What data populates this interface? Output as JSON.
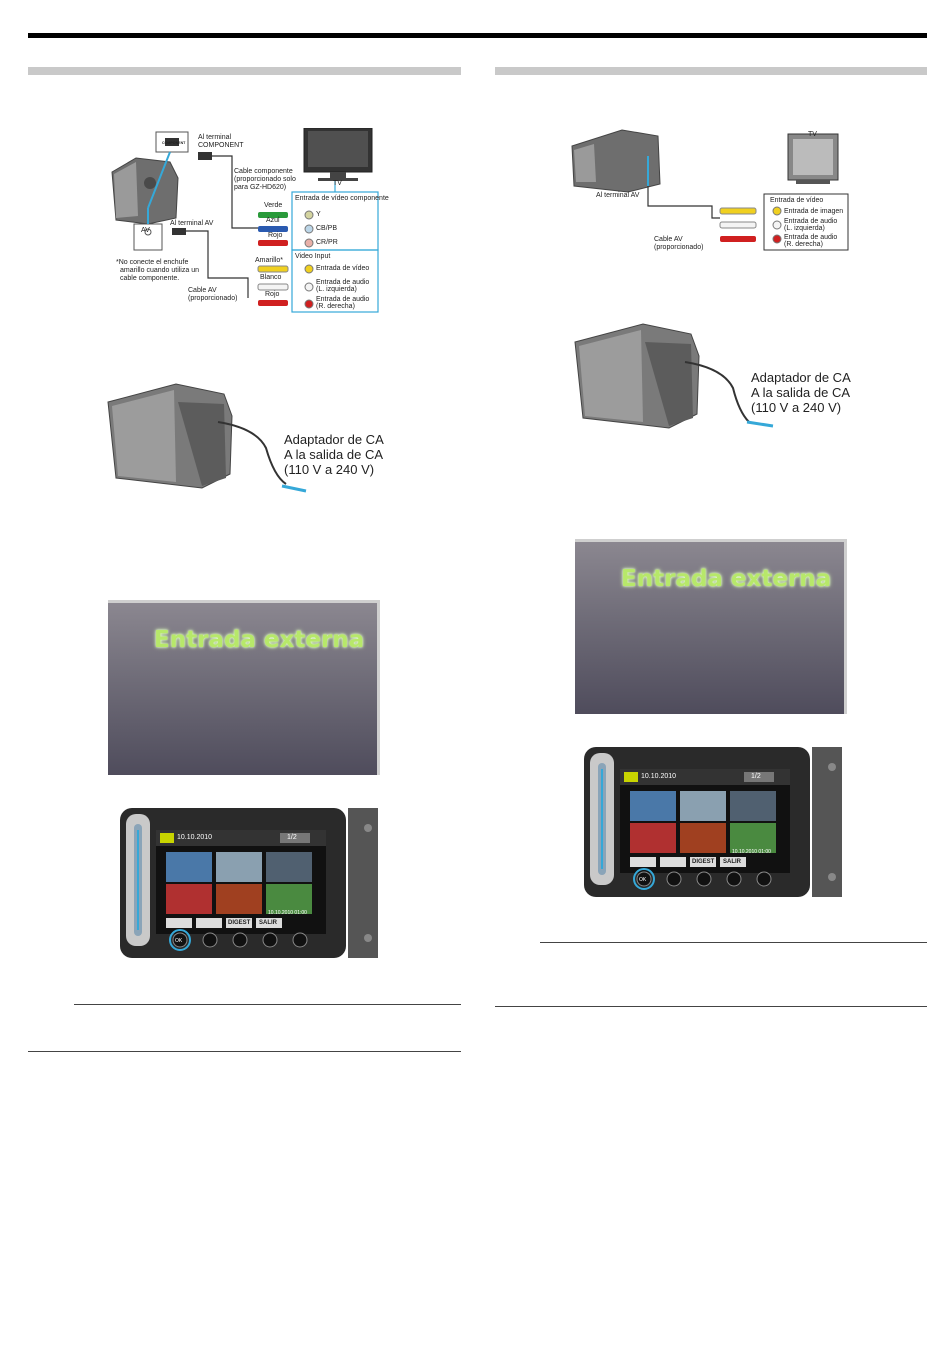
{
  "page": {
    "background": "#ffffff",
    "rule_color": "#000000",
    "section_bar_color": "#c9c9c9"
  },
  "left": {
    "diagram": {
      "al_terminal_component": [
        "Al terminal",
        "COMPONENT"
      ],
      "component_jack_label": "COMPONENT",
      "cable_componente": [
        "Cable componente",
        "(proporcionado solo",
        "para GZ-HD620)"
      ],
      "tv_label": "TV",
      "entrada_video_componente": "Entrada de vídeo componente",
      "verde": "Verde",
      "y": "Y",
      "azul": "Azul",
      "cb_pb": "CB/PB",
      "rojo_1": "Rojo",
      "cr_pr": "CR/PR",
      "al_terminal_av": "Al terminal AV",
      "av_jack": "AV",
      "amarillo": "Amarillo*",
      "video_input": "Video Input",
      "entrada_de_video": "Entrada de vídeo",
      "blanco": "Blanco",
      "entrada_audio_l": [
        "Entrada de audio",
        "(L. izquierda)"
      ],
      "rojo_2": "Rojo",
      "entrada_audio_r": [
        "Entrada de audio",
        "(R. derecha)"
      ],
      "footnote": [
        "*No conecte el enchufe",
        "amarillo cuando utiliza un",
        "cable componente."
      ],
      "cable_av": [
        "Cable AV",
        "(proporcionado)"
      ]
    },
    "adapter": [
      "Adaptador de CA",
      "A la salida de CA",
      "(110 V a 240 V)"
    ],
    "screen_text": "Entrada externa",
    "lcd": {
      "date": "10.10.2010",
      "page": "1/2",
      "timestamp": "10.10.2010 01:00",
      "ok": "OK",
      "digest": "DIGEST",
      "salir": "SALIR"
    }
  },
  "right": {
    "diagram": {
      "tv_label": "TV",
      "al_terminal_av": "Al terminal AV",
      "cable_av": [
        "Cable AV",
        "(proporcionado)"
      ],
      "entrada_de_video": "Entrada de vídeo",
      "entrada_de_imagen": "Entrada de imagen",
      "entrada_audio_l": [
        "Entrada de audio",
        "(L. izquierda)"
      ],
      "entrada_audio_r": [
        "Entrada de audio",
        "(R. derecha)"
      ]
    },
    "adapter": [
      "Adaptador de CA",
      "A la salida de CA",
      "(110 V a 240 V)"
    ],
    "screen_text": "Entrada externa",
    "lcd": {
      "date": "10.10.2010",
      "page": "1/2",
      "timestamp": "10.10.2010 01:00",
      "ok": "OK",
      "digest": "DIGEST",
      "salir": "SALIR"
    }
  },
  "colors": {
    "plug_yellow": "#f0d020",
    "plug_white": "#f4f4f4",
    "plug_red": "#d02020",
    "plug_green": "#2a9a3a",
    "plug_blue": "#2a5ab0",
    "accent_cyan": "#35a8d8",
    "lcd_green": "#b7e86a"
  }
}
